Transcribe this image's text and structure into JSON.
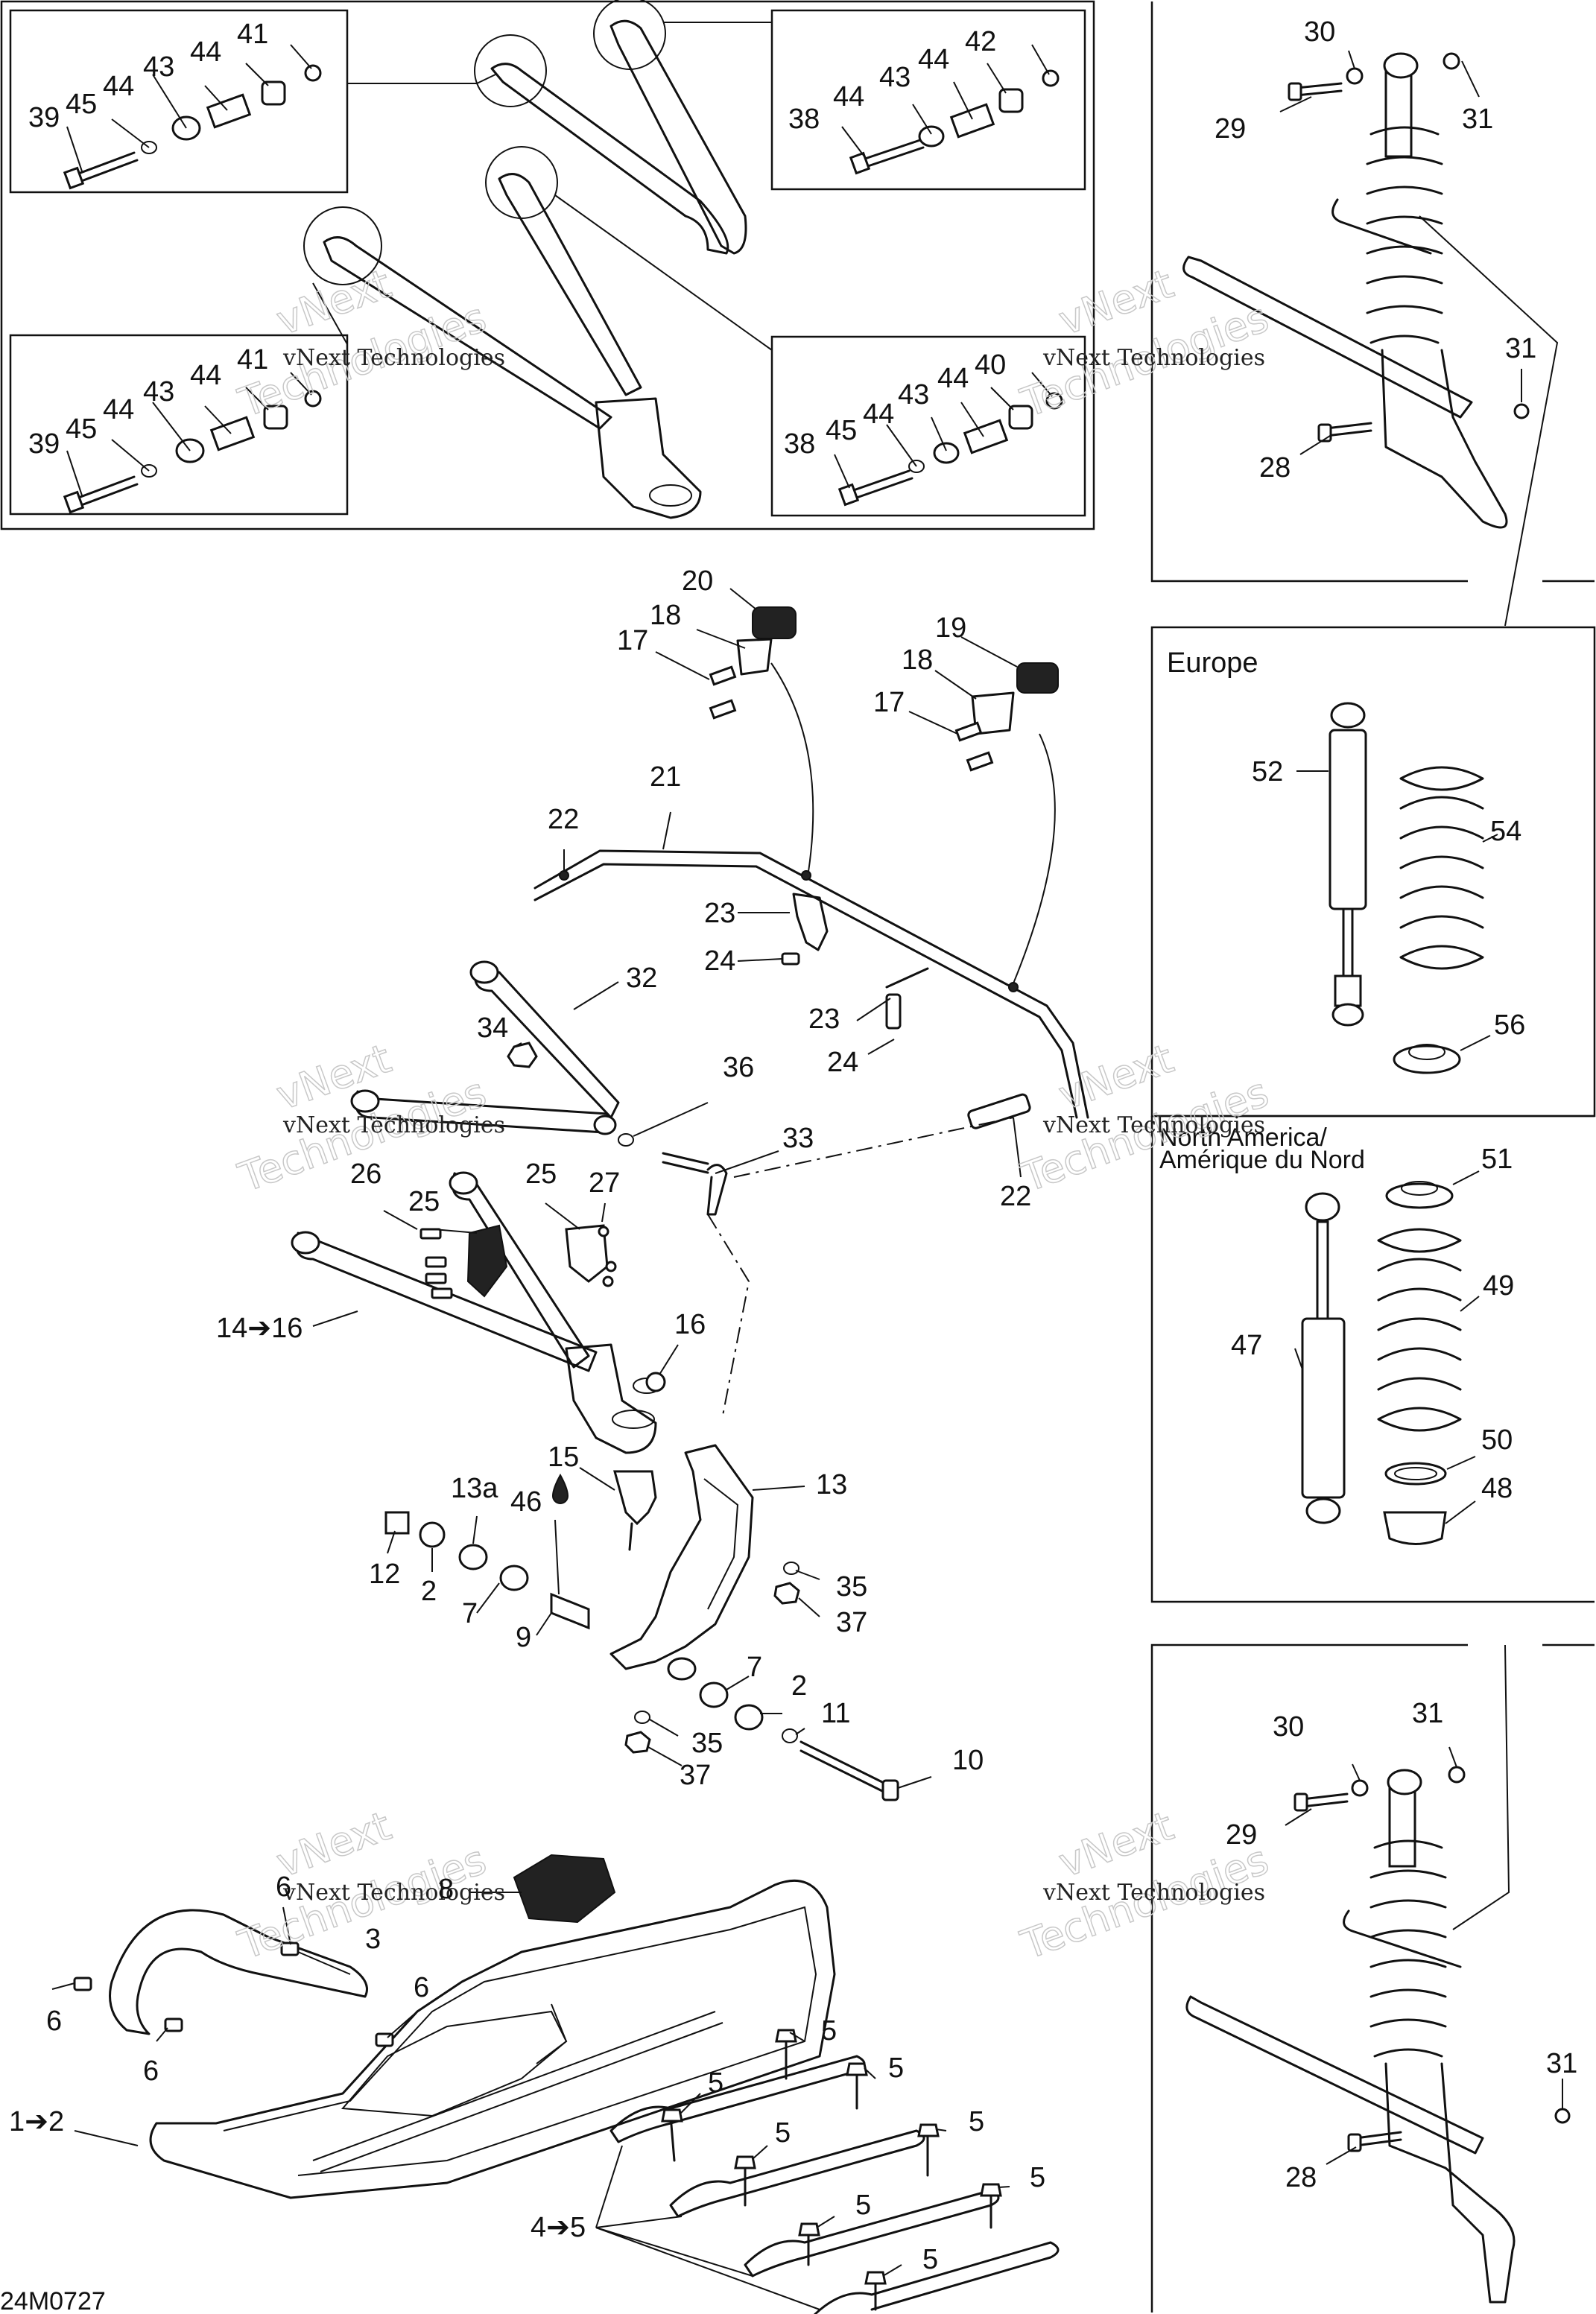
{
  "image_code": "24M0727",
  "watermark": {
    "line1": "vNext Technologies",
    "outline": "vNext",
    "outline2": "Technologies"
  },
  "insets": {
    "europe_title": "Europe",
    "north_america_title_1": "North America/",
    "north_america_title_2": "Amérique du Nord"
  },
  "labels": {
    "l39a": "39",
    "l45a": "45",
    "l44a": "44",
    "l43a": "43",
    "l44b": "44",
    "l41a": "41",
    "l38a": "38",
    "l44c": "44",
    "l43b": "43",
    "l44d": "44",
    "l42": "42",
    "l39b": "39",
    "l45b": "45",
    "l44e": "44",
    "l43c": "43",
    "l44f": "44",
    "l41b": "41",
    "l38b": "38",
    "l45c": "45",
    "l44g": "44",
    "l43d": "43",
    "l44h": "44",
    "l40": "40",
    "l30a": "30",
    "l29a": "29",
    "l31a": "31",
    "l31b": "31",
    "l28a": "28",
    "l20": "20",
    "l18a": "18",
    "l17a": "17",
    "l19": "19",
    "l18b": "18",
    "l17b": "17",
    "l21": "21",
    "l22a": "22",
    "l23a": "23",
    "l24a": "24",
    "l23b": "23",
    "l24b": "24",
    "l32": "32",
    "l34": "34",
    "l36": "36",
    "l33": "33",
    "l22b": "22",
    "l26": "26",
    "l25a": "25",
    "l25b": "25",
    "l27": "27",
    "l14_16": "14➔16",
    "l16": "16",
    "l15": "15",
    "l13": "13",
    "l13a": "13a",
    "l46": "46",
    "l12": "12",
    "l2a": "2",
    "l7a": "7",
    "l9": "9",
    "l35a": "35",
    "l37a": "37",
    "l7b": "7",
    "l2b": "2",
    "l11": "11",
    "l35b": "35",
    "l37b": "37",
    "l10": "10",
    "l52": "52",
    "l54": "54",
    "l56": "56",
    "l51": "51",
    "l49": "49",
    "l47": "47",
    "l50": "50",
    "l48": "48",
    "l30b": "30",
    "l31c": "31",
    "l29b": "29",
    "l31d": "31",
    "l28b": "28",
    "l6a": "6",
    "l8": "8",
    "l3": "3",
    "l6b": "6",
    "l6c": "6",
    "l6d": "6",
    "l1_2": "1➔2",
    "l5a": "5",
    "l5b": "5",
    "l5c": "5",
    "l5d": "5",
    "l5e": "5",
    "l5f": "5",
    "l5g": "5",
    "l5h": "5",
    "l4_5": "4➔5"
  }
}
